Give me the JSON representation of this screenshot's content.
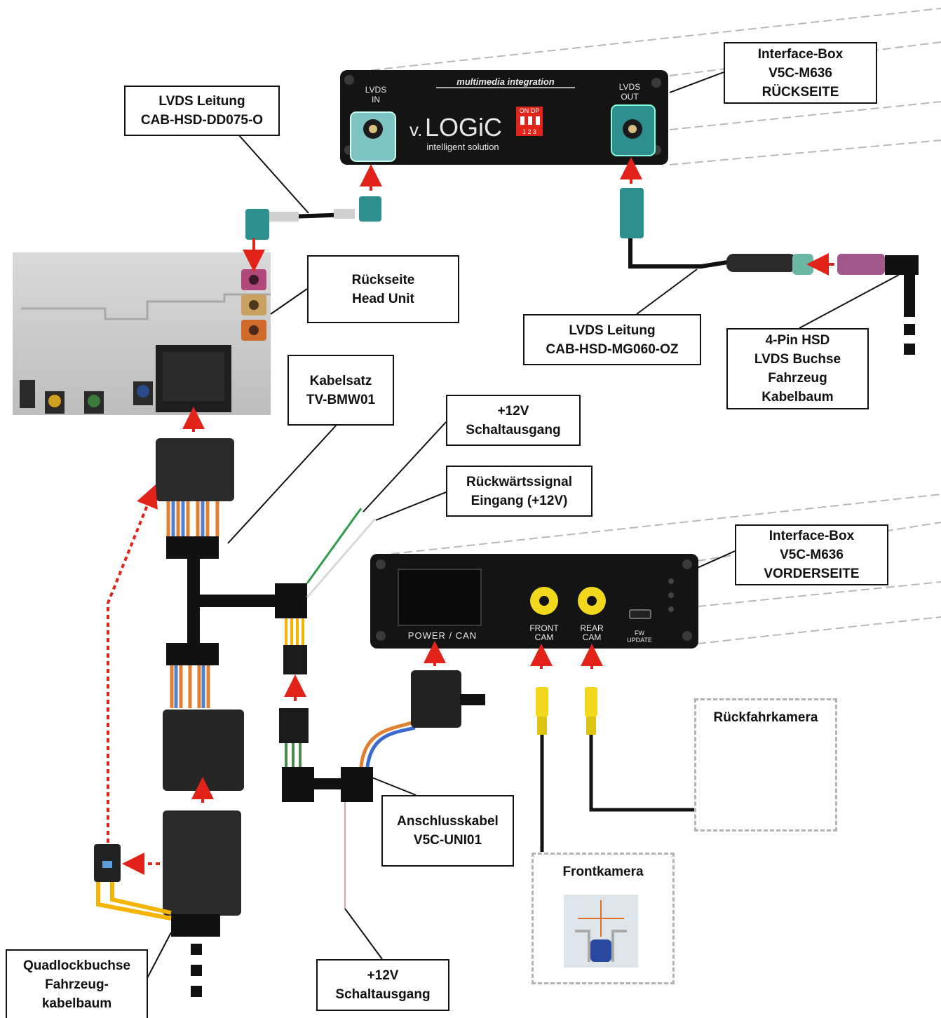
{
  "labels": {
    "lvds_cable_top": [
      "LVDS Leitung",
      "CAB-HSD-DD075-O"
    ],
    "interface_box_back": [
      "Interface-Box",
      "V5C-M636",
      "RÜCKSEITE"
    ],
    "head_unit_back": [
      "Rückseite",
      "Head Unit"
    ],
    "lvds_cable_mid": [
      "LVDS Leitung",
      "CAB-HSD-MG060-OZ"
    ],
    "hsd_socket": [
      "4-Pin HSD",
      "LVDS Buchse",
      "Fahrzeug",
      "Kabelbaum"
    ],
    "cable_set": [
      "Kabelsatz",
      "TV-BMW01"
    ],
    "switch_output_top": [
      "+12V",
      "Schaltausgang"
    ],
    "reverse_signal": [
      "Rückwärtssignal",
      "Eingang (+12V)"
    ],
    "interface_box_front": [
      "Interface-Box",
      "V5C-M636",
      "VORDERSEITE"
    ],
    "connection_cable": [
      "Anschlusskabel",
      "V5C-UNI01"
    ],
    "quadlock": [
      "Quadlockbuchse",
      "Fahrzeug-",
      "kabelbaum"
    ],
    "switch_output_bottom": [
      "+12V",
      "Schaltausgang"
    ]
  },
  "cameras": {
    "rear_title": "Rückfahrkamera",
    "front_title": "Frontkamera"
  },
  "box_back": {
    "lvds_in": [
      "LVDS",
      "IN"
    ],
    "lvds_out": [
      "LVDS",
      "OUT"
    ],
    "brand_line": "multimedia integration",
    "logo_prefix": "v.",
    "logo": "LOGiC",
    "tagline": "intelligent solution",
    "dip_on": "ON DP",
    "dip_nums": "1 2 3"
  },
  "box_front": {
    "power_can": "POWER / CAN",
    "front_cam": [
      "FRONT",
      "CAM"
    ],
    "rear_cam": [
      "REAR",
      "CAM"
    ],
    "fw_update": [
      "FW",
      "UPDATE"
    ]
  },
  "colors": {
    "arrow_red": "#e2231a",
    "lvds_teal": "#2e8f8f",
    "hsd_violet": "#a0588a",
    "rca_yellow": "#f2d81c",
    "wire_yellow": "#f4b400",
    "wire_green": "#2e9b4a",
    "wire_pink": "#e8a0a0",
    "box_black": "#141414",
    "head_unit_grey": "#c9c9c9"
  }
}
